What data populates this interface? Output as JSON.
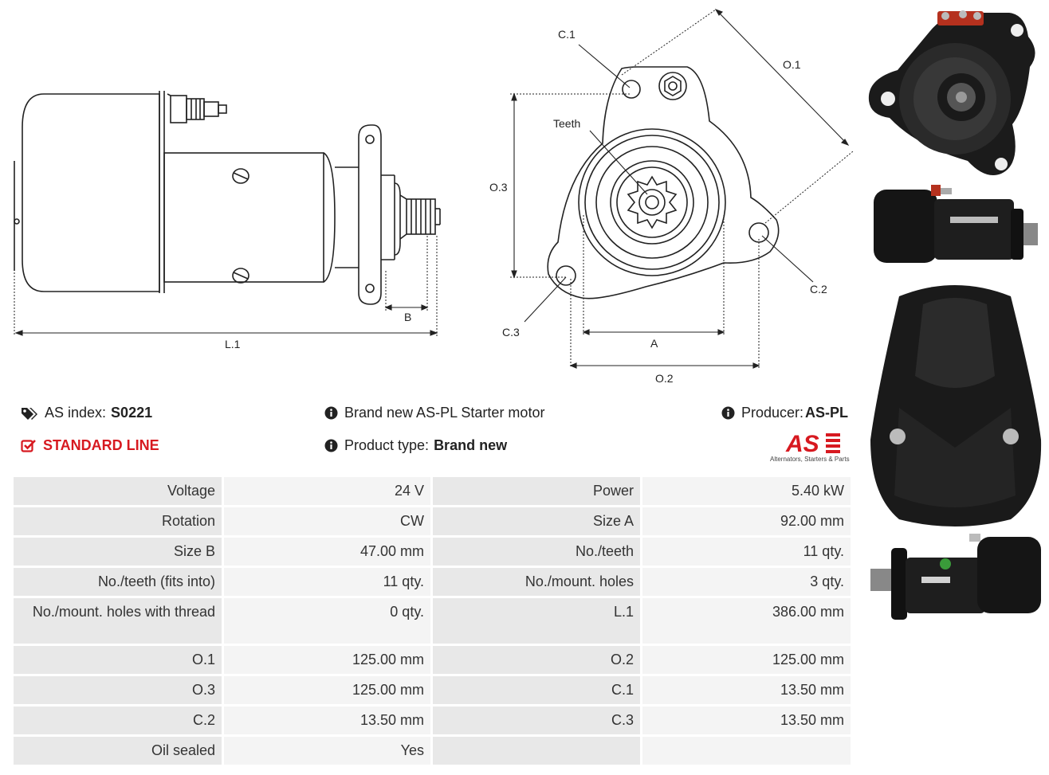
{
  "header": {
    "as_index_label": "AS index:",
    "as_index_value": "S0221",
    "line_label": "STANDARD LINE",
    "description": "Brand new AS-PL Starter motor",
    "product_type_label": "Product type:",
    "product_type_value": "Brand new",
    "producer_label": "Producer:",
    "producer_value": "AS-PL",
    "logo_text": "AS",
    "logo_tagline": "Alternators, Starters & Parts"
  },
  "drawing": {
    "labels": {
      "b": "B",
      "l1": "L.1",
      "c1": "C.1",
      "o1": "O.1",
      "teeth": "Teeth",
      "o3": "O.3",
      "c2": "C.2",
      "c3": "C.3",
      "a": "A",
      "o2": "O.2"
    }
  },
  "specs": {
    "rows": [
      {
        "k1": "Voltage",
        "v1": "24 V",
        "k2": "Power",
        "v2": "5.40 kW"
      },
      {
        "k1": "Rotation",
        "v1": "CW",
        "k2": "Size A",
        "v2": "92.00 mm"
      },
      {
        "k1": "Size B",
        "v1": "47.00 mm",
        "k2": "No./teeth",
        "v2": "11 qty."
      },
      {
        "k1": "No./teeth (fits into)",
        "v1": "11 qty.",
        "k2": "No./mount. holes",
        "v2": "3 qty."
      },
      {
        "k1": "No./mount. holes with thread",
        "v1": "0 qty.",
        "k2": "L.1",
        "v2": "386.00 mm"
      },
      {
        "k1": "O.1",
        "v1": "125.00 mm",
        "k2": "O.2",
        "v2": "125.00 mm"
      },
      {
        "k1": "O.3",
        "v1": "125.00 mm",
        "k2": "C.1",
        "v2": "13.50 mm"
      },
      {
        "k1": "C.2",
        "v1": "13.50 mm",
        "k2": "C.3",
        "v2": "13.50 mm"
      },
      {
        "k1": "Oil sealed",
        "v1": "Yes",
        "k2": "",
        "v2": ""
      }
    ]
  },
  "colors": {
    "accent_red": "#d71920",
    "key_cell": "#e8e8e8",
    "value_cell": "#f4f4f4"
  }
}
